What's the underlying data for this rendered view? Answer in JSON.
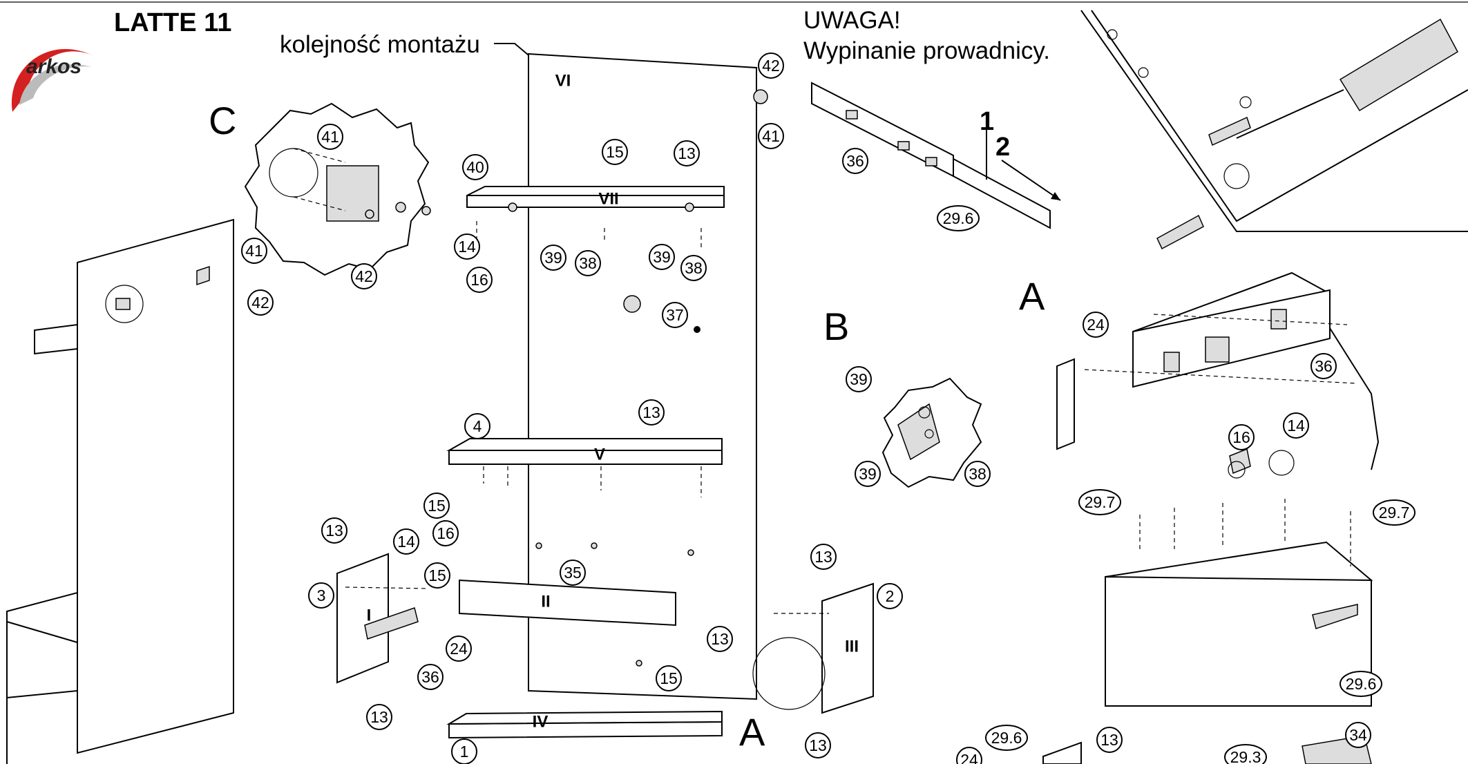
{
  "header": {
    "brand": "arkos",
    "model": "LATTE 11",
    "sequence_label": "kolejność montażu",
    "warning_title": "UWAGA!",
    "warning_text": "Wypinanie prowadnicy."
  },
  "detail_letters": {
    "c_top": "C",
    "c_side": "C",
    "b_center": "B",
    "b_right": "B",
    "a_right": "A",
    "a_bottom": "A"
  },
  "steps": {
    "one": "1",
    "two": "2"
  },
  "panel_labels": [
    "VI",
    "VII",
    "V",
    "II",
    "IV",
    "I",
    "III"
  ],
  "callouts": [
    "42",
    "41",
    "41",
    "42",
    "41",
    "42",
    "15",
    "13",
    "40",
    "14",
    "16",
    "39",
    "38",
    "39",
    "38",
    "37",
    "36",
    "29.6",
    "24",
    "36",
    "16",
    "14",
    "39",
    "39",
    "38",
    "4",
    "13",
    "15",
    "13",
    "14",
    "16",
    "15",
    "3",
    "35",
    "24",
    "36",
    "13",
    "13",
    "15",
    "1",
    "13",
    "2",
    "13",
    "29.7",
    "29.7",
    "29.6",
    "29.6",
    "13",
    "29.3",
    "34",
    "24"
  ],
  "colors": {
    "brand_red": "#d42020",
    "line": "#000000",
    "panel_fill": "#ffffff"
  }
}
